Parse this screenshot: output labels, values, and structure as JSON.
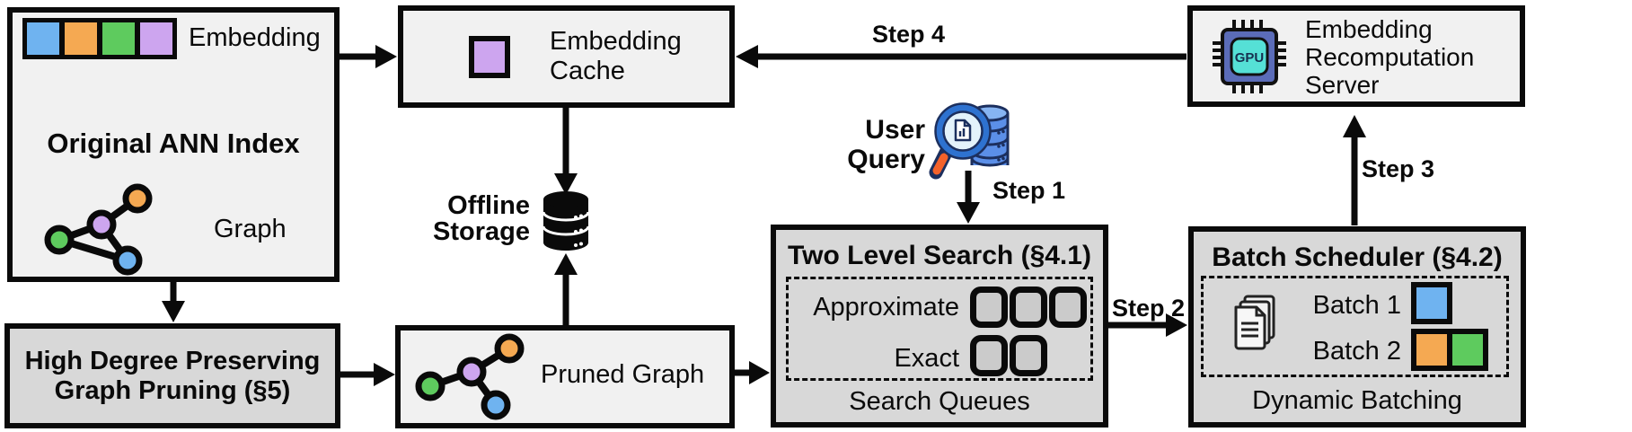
{
  "figure": {
    "ann_index": {
      "embedding_label": "Embedding",
      "title": "Original ANN Index",
      "graph_label": "Graph"
    },
    "pruning": {
      "title_line1": "High Degree Preserving",
      "title_line2": "Graph Pruning (§5)"
    },
    "embedding_cache": {
      "label_line1": "Embedding",
      "label_line2": "Cache"
    },
    "offline_storage": {
      "label_line1": "Offline",
      "label_line2": "Storage"
    },
    "pruned_graph": {
      "label": "Pruned Graph"
    },
    "user_query": {
      "label": "User Query"
    },
    "two_level_search": {
      "title": "Two Level Search (§4.1)",
      "approximate_label": "Approximate",
      "exact_label": "Exact",
      "footer": "Search Queues"
    },
    "batch_scheduler": {
      "title": "Batch Scheduler (§4.2)",
      "batch1_label": "Batch 1",
      "batch2_label": "Batch 2",
      "footer": "Dynamic Batching"
    },
    "recompute_server": {
      "label_line1": "Embedding",
      "label_line2": "Recomputation",
      "label_line3": "Server",
      "chip_label": "GPU"
    },
    "steps": {
      "step1": "Step 1",
      "step2": "Step 2",
      "step3": "Step 3",
      "step4": "Step 4"
    }
  },
  "colors": {
    "blue": "#6fb3f0",
    "orange": "#f5a952",
    "green": "#5ecb5e",
    "purple": "#cda5ef",
    "box_light": "#f1f1f1",
    "box_gray": "#d8d8d8",
    "queue_fill": "#cbcbcb",
    "outline": "#0a0a0a",
    "chip_body": "#5b6cb8",
    "chip_core": "#55e0d6",
    "db_blue": "#5b8fe8",
    "db_blue_light": "#86b4f2",
    "magnifier_blue": "#2e72d0",
    "lens_fill": "#e3f2fb",
    "handle_orange": "#f4622a",
    "icon_navy": "#1c2f5e"
  }
}
